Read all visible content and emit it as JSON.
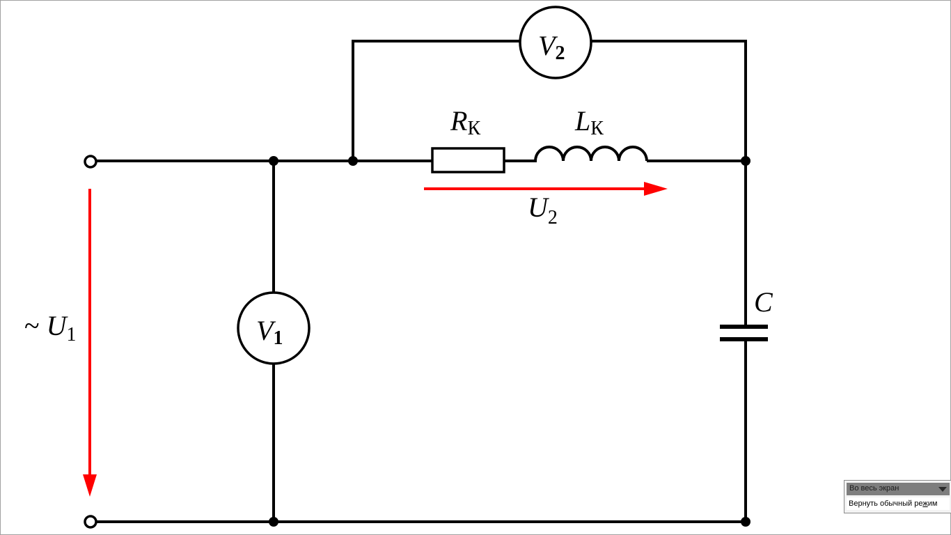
{
  "diagram": {
    "labels": {
      "v2": {
        "main": "V",
        "sub": "2"
      },
      "v1": {
        "main": "V",
        "sub": "1"
      },
      "rk": {
        "main": "R",
        "sub": "К"
      },
      "lk": {
        "main": "L",
        "sub": "К"
      },
      "u2": {
        "main": "U",
        "sub": "2"
      },
      "u1": {
        "prefix": "~ ",
        "main": "U",
        "sub": "1"
      },
      "c": "C"
    },
    "colors": {
      "wire": "#000000",
      "arrow": "#ff0000"
    }
  },
  "toolbar": {
    "title": "Во весь экран",
    "restore_label_pre": "Вернуть обычный ре",
    "restore_label_key": "ж",
    "restore_label_post": "им"
  }
}
